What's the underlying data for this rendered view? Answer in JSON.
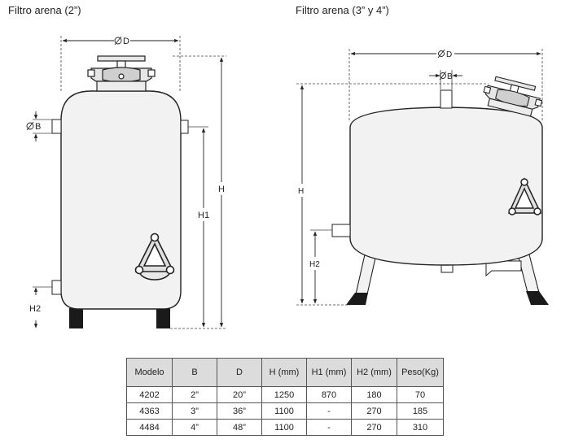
{
  "titles": {
    "left": "Filtro arena (2”)",
    "right": "Filtro arena (3” y 4”)"
  },
  "left_labels": {
    "diameter": "D",
    "b": "B",
    "h": "H",
    "h1": "H1",
    "h2": "H2"
  },
  "right_labels": {
    "diameter": "D",
    "b": "B",
    "h": "H",
    "h2": "H2"
  },
  "table": {
    "headers": [
      "Modelo",
      "B",
      "D",
      "H (mm)",
      "H1 (mm)",
      "H2 (mm)",
      "Peso(Kg)"
    ],
    "rows": [
      [
        "4202",
        "2”",
        "20”",
        "1250",
        "870",
        "180",
        "70"
      ],
      [
        "4363",
        "3”",
        "36”",
        "1100",
        "-",
        "270",
        "185"
      ],
      [
        "4484",
        "4”",
        "48”",
        "1100",
        "-",
        "270",
        "310"
      ]
    ]
  }
}
